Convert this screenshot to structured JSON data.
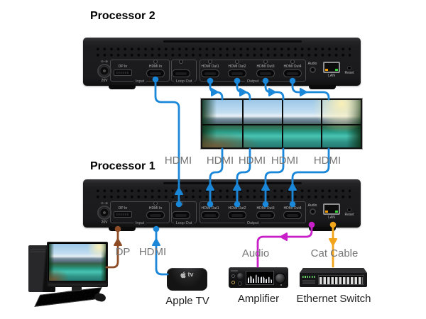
{
  "titles": {
    "processor2": "Processor 2",
    "processor1": "Processor 1"
  },
  "rear_panel": {
    "polarity_icon": "⊖–⊕",
    "power_label": "20V",
    "dp_in": "DP In",
    "hdmi_in": "HDMI In",
    "group_input": "Input",
    "group_loop_out": "Loop Out",
    "out1": "HDMI Out1",
    "out2": "HDMI Out2",
    "out3": "HDMI Out3",
    "out4": "HDMI Out4",
    "group_output": "Output",
    "audio": "Audio",
    "lan": "LAN",
    "reset": "Reset"
  },
  "video_wall": {
    "cols": 4,
    "rows": 2
  },
  "cables": {
    "loop_label": "HDMI",
    "wall_labels": [
      "HDMI",
      "HDMI",
      "HDMI",
      "HDMI"
    ],
    "dp_label": "DP",
    "source_hdmi_label": "HDMI",
    "audio_label": "Audio",
    "cat_label": "Cat Cable"
  },
  "devices": {
    "apple_tv_label": "Apple TV",
    "apple_tv_logo_text": "tv",
    "amplifier_label": "Amplifier",
    "ethernet_switch_label": "Ethernet Switch"
  },
  "colors": {
    "hdmi_cable": "#1b87d9",
    "dp_cable": "#8e4d27",
    "audio_cable": "#c91fc9",
    "cat_cable": "#f2a41b",
    "lan_led_orange": "#f59d00",
    "lan_led_green": "#39d439",
    "label_gray": "#757575"
  }
}
